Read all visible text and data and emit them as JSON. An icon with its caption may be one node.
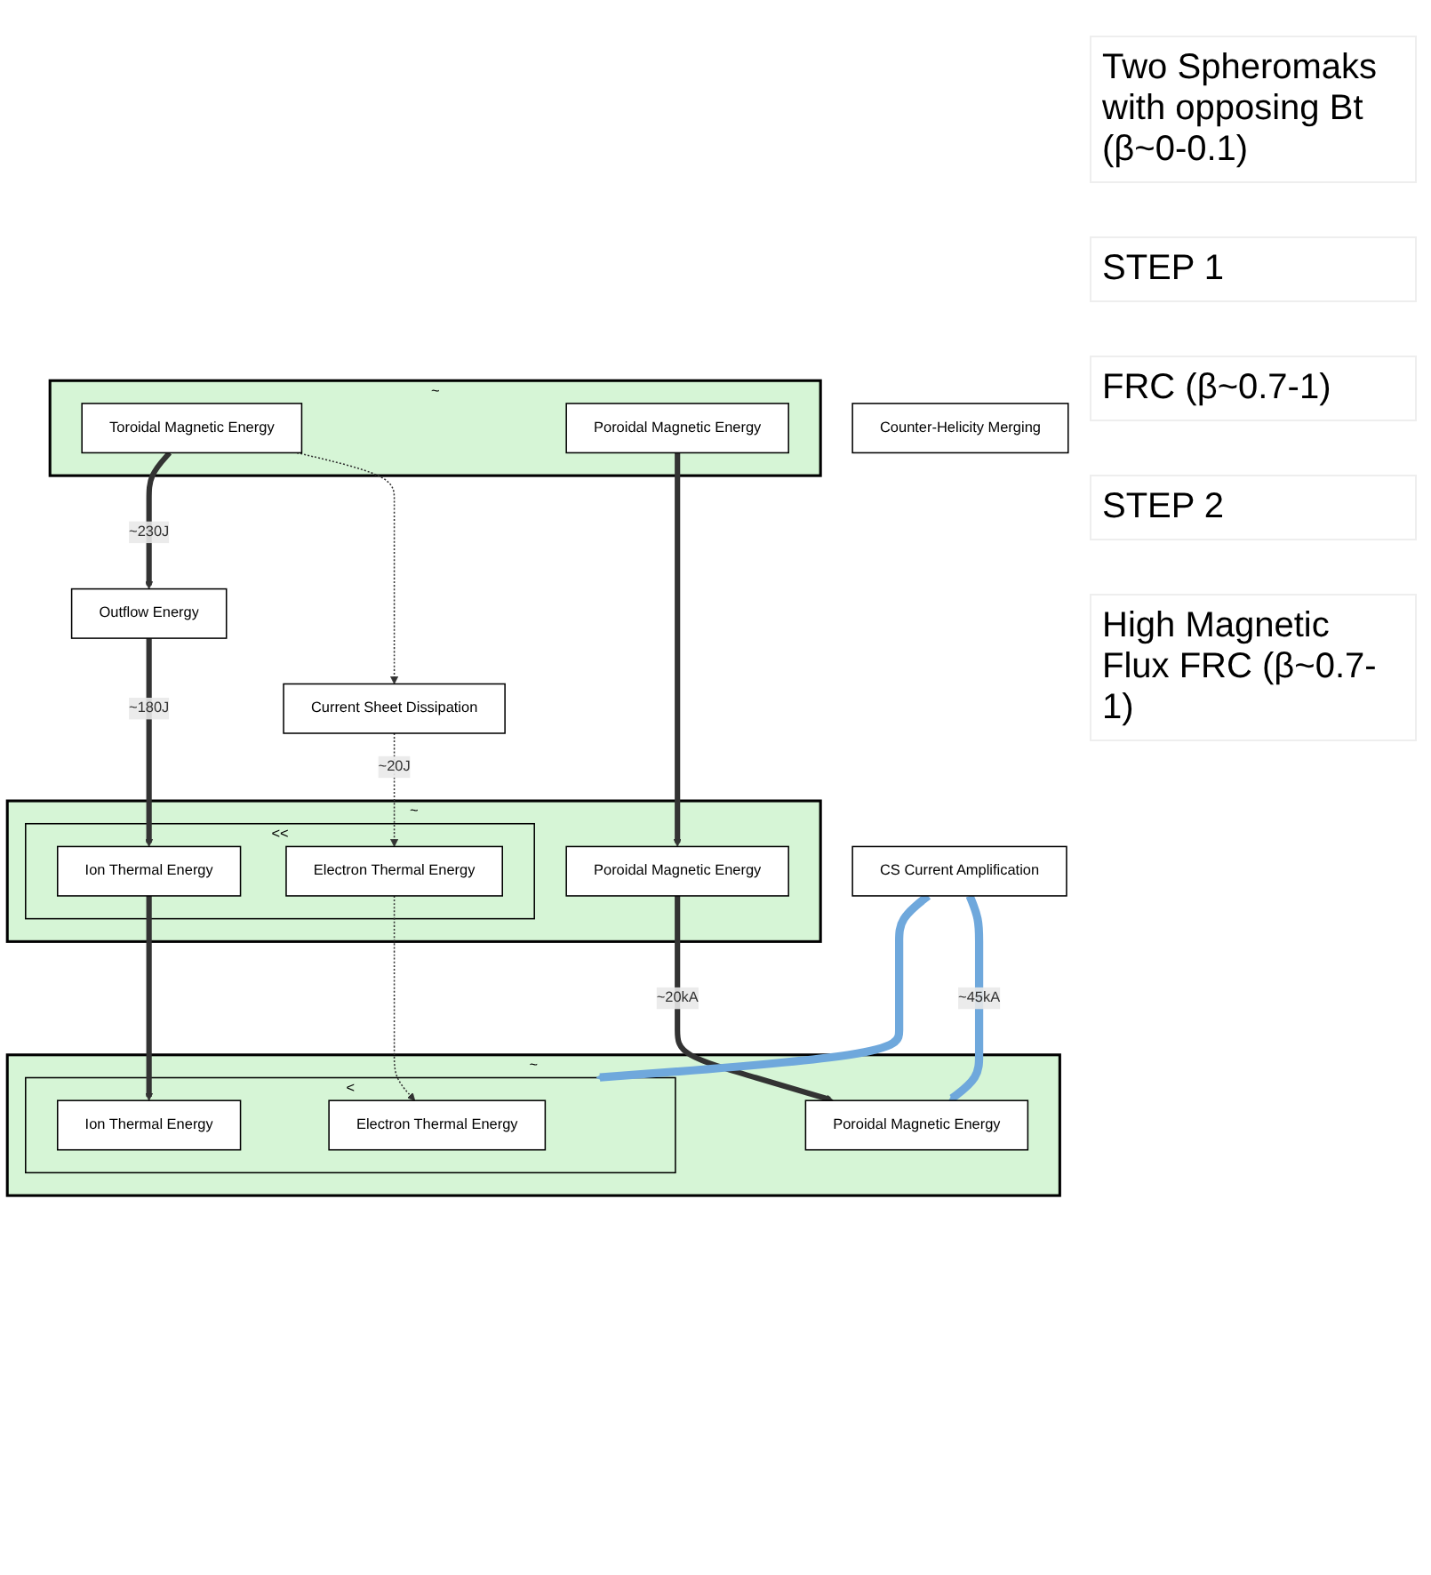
{
  "diagram": {
    "nodes": [
      {
        "text": [
          "~"
        ]
      },
      {
        "text": [
          "Toroidal Magnetic Energy"
        ],
        "in": 0
      },
      {
        "text": [
          "Poroidal Magnetic Energy"
        ],
        "in": 0
      },
      {
        "text": [
          "Current Sheet Dissipation"
        ]
      },
      {
        "text": [
          "Outflow Energy"
        ]
      },
      {
        "text": [
          "Counter-Helicity Merging"
        ]
      },
      {
        "text": [
          "~"
        ]
      },
      {
        "text": [
          "<<"
        ],
        "in": 6
      },
      {
        "text": [
          "Electron Thermal Energy"
        ],
        "in": 7
      },
      {
        "text": [
          "Ion Thermal Energy"
        ],
        "in": 7
      },
      {
        "text": [
          "Poroidal Magnetic Energy"
        ],
        "in": 6
      },
      {
        "text": [
          "CS Current Amplification"
        ]
      },
      {
        "text": [
          "~"
        ]
      },
      {
        "text": [
          "<"
        ],
        "in": 12
      },
      {
        "text": [
          "Electron Thermal Energy"
        ],
        "in": 13
      },
      {
        "text": [
          "Ion Thermal Energy"
        ],
        "in": 13
      },
      {
        "text": [
          "Poroidal Magnetic Energy"
        ],
        "in": 12
      }
    ],
    "edges": [
      {
        "from": 1,
        "to": 3,
        "arrow": "to",
        "style": "dashed"
      },
      {
        "from": 1,
        "to": 4,
        "arrow": "to",
        "label": "~230J"
      },
      {
        "from": 2,
        "to": 10,
        "arrow": "to"
      },
      {
        "from": 3,
        "to": 8,
        "arrow": "to",
        "style": "dashed",
        "label": "~20J"
      },
      {
        "from": 4,
        "to": 9,
        "arrow": "to",
        "label": "~180J"
      },
      {
        "from": 8,
        "to": 14,
        "arrow": "to",
        "style": "dashed"
      },
      {
        "from": 9,
        "to": 15,
        "arrow": "to"
      },
      {
        "from": 10,
        "to": 16,
        "arrow": "to",
        "label": "~20kA"
      },
      {
        "from": 11,
        "to": 13,
        "arrow": "to",
        "color": "#6fa8dc"
      },
      {
        "from": 11,
        "to": 16,
        "arrow": "to",
        "color": "#6fa8dc",
        "label": "~45kA"
      }
    ],
    "labels": [
      "Two Spheromaks with opposing Bt (β~0-0.1)",
      "STEP 1",
      "FRC (β~0.7-1)",
      "STEP 2",
      "High Magnetic Flux FRC (β~0.7-1)"
    ]
  }
}
